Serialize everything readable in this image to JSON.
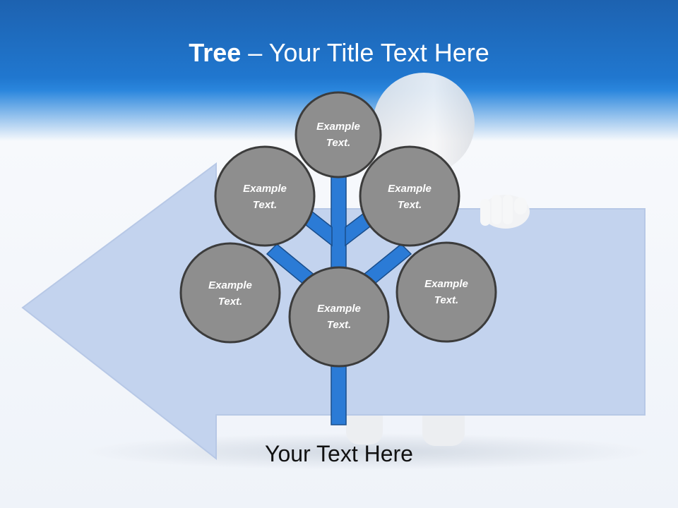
{
  "slide": {
    "title_bold": "Tree",
    "title_rest": " – Your Title Text Here",
    "caption": "Your Text Here"
  },
  "nodes": [
    {
      "line1": "Example",
      "line2": "Text."
    },
    {
      "line1": "Example",
      "line2": "Text."
    },
    {
      "line1": "Example",
      "line2": "Text."
    },
    {
      "line1": "Example",
      "line2": "Text."
    },
    {
      "line1": "Example",
      "line2": "Text."
    },
    {
      "line1": "Example",
      "line2": "Text."
    }
  ],
  "colors": {
    "header_blue": "#1f6fc4",
    "arrow_fill": "#c3d3ee",
    "trunk_blue": "#2b7bd6",
    "node_fill": "#8e8e8e",
    "node_stroke": "#3c3c3c"
  }
}
